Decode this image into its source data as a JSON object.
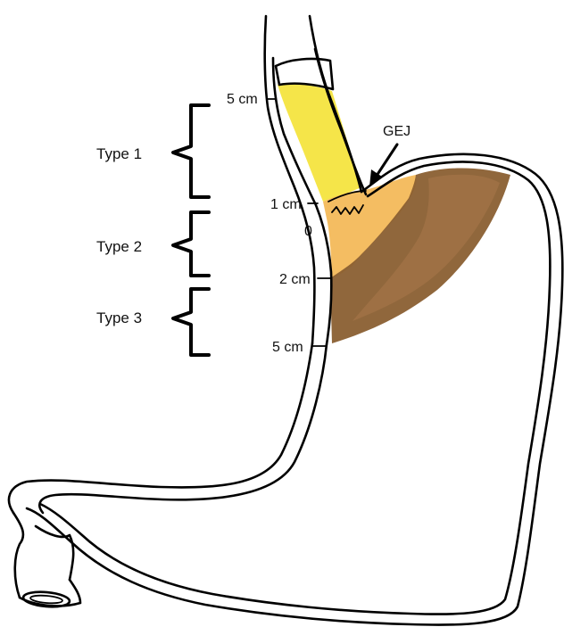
{
  "labels": {
    "type1": "Type 1",
    "type2": "Type 2",
    "type3": "Type 3",
    "gej": "GEJ",
    "mark_5cm_upper": "5 cm",
    "mark_1cm": "1 cm",
    "mark_0": "0",
    "mark_2cm": "2 cm",
    "mark_5cm_lower": "5 cm"
  },
  "colors": {
    "esophagus_yellow": "#f4e33a",
    "junction_orange": "#f3b95a",
    "cardia_brown": "#8a5f32",
    "cardia_brown_light": "#a9794a",
    "outline": "#000000"
  }
}
